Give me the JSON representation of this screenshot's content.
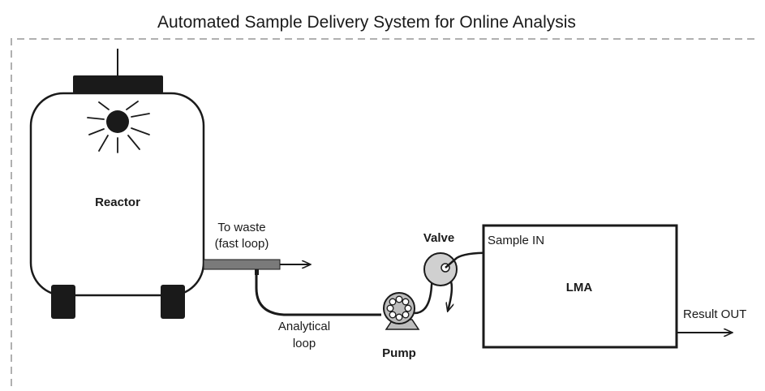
{
  "diagram": {
    "title": "Automated Sample Delivery System for Online Analysis",
    "reactor": {
      "label": "Reactor"
    },
    "waste": {
      "line1": "To waste",
      "line2": "(fast loop)"
    },
    "valve": {
      "label": "Valve"
    },
    "pump": {
      "label": "Pump"
    },
    "analytical_loop": {
      "line1": "Analytical",
      "line2": "loop"
    },
    "analyzer": {
      "label": "LMA",
      "input_label": "Sample IN",
      "output_label": "Result OUT"
    }
  },
  "colors": {
    "line": "#1a1a1a",
    "boundary": "#b0b0b0",
    "pipe": "#7a7a7a",
    "valve_fill": "#d0d0d0",
    "pump_fill": "#bdbdbd"
  }
}
